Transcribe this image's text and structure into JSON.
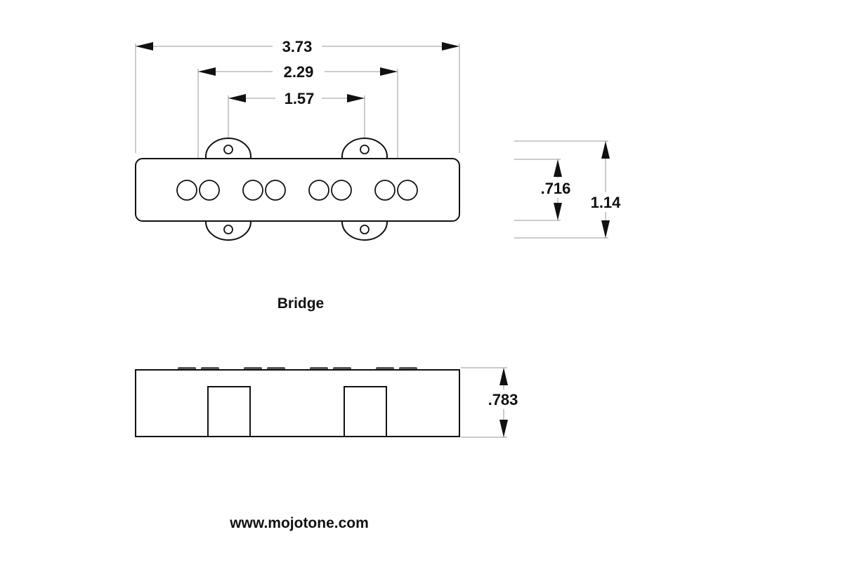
{
  "dimensions": {
    "overall_length": "3.73",
    "pole_span": "2.29",
    "mounting_span": "1.57",
    "body_width": ".716",
    "overall_width": "1.14",
    "height": ".783"
  },
  "labels": {
    "view_caption": "Bridge",
    "website": "www.mojotone.com"
  }
}
